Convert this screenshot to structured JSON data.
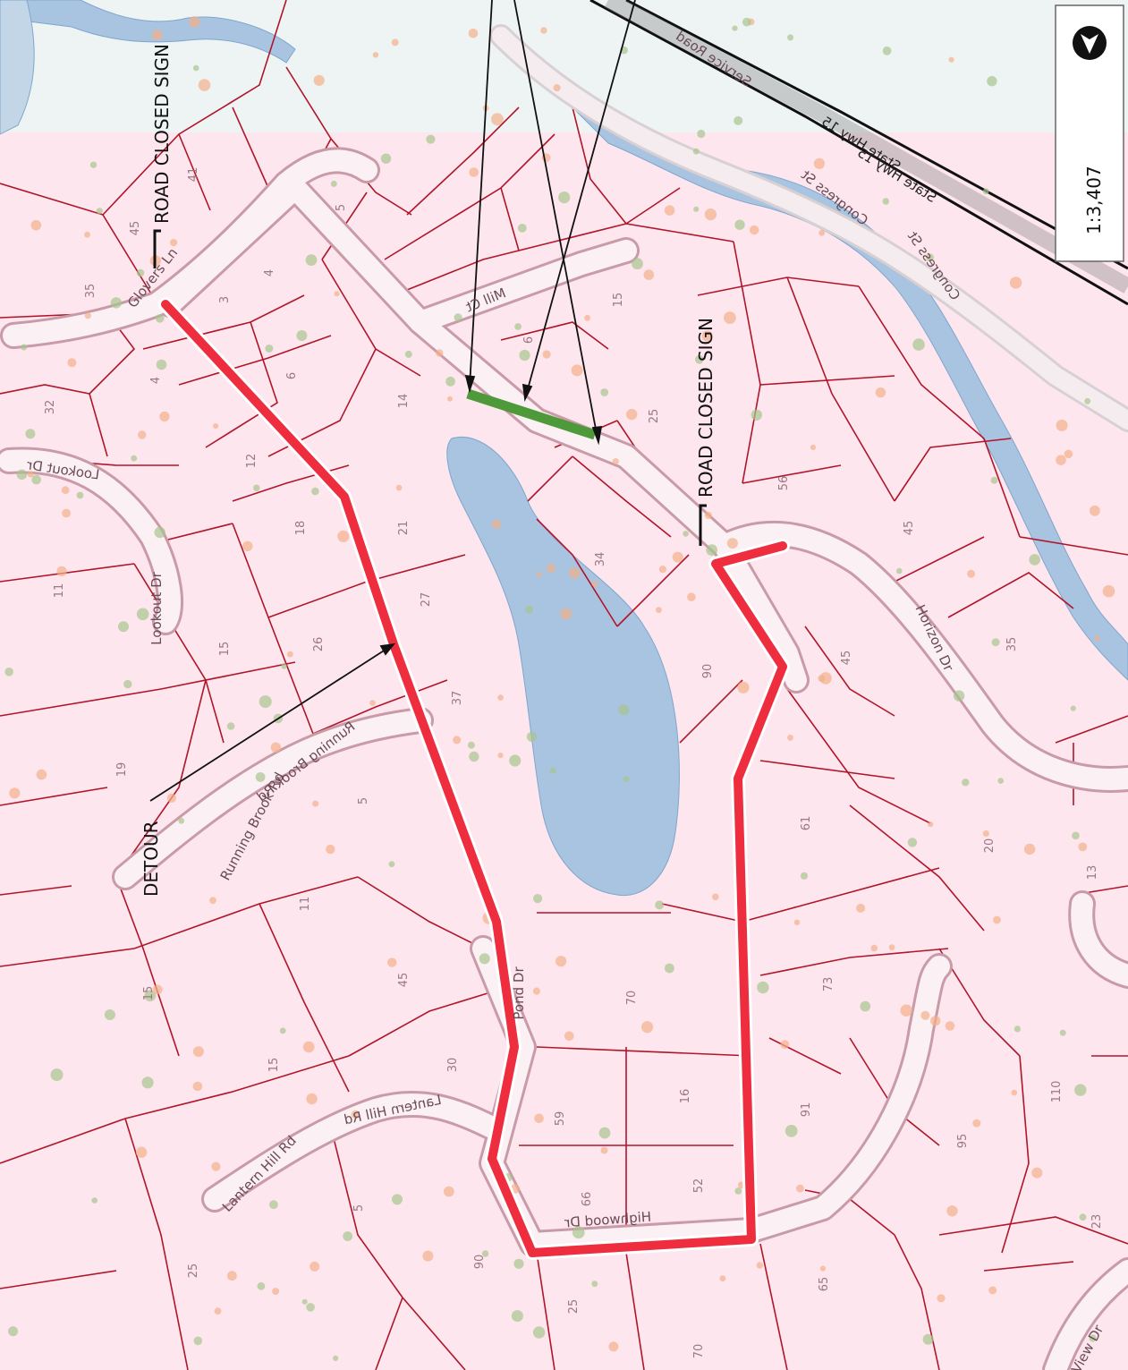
{
  "map": {
    "scale": "1:3,407",
    "north_symbol": "north-arrow-icon",
    "colors": {
      "parcel_fill": "#fde6ee",
      "parcel_line": "#b0152a",
      "water": "#a9c4e0",
      "road_casing": "#c99aa8",
      "road_fill": "#fbf1f4",
      "detour": "#ee2d3e",
      "closure": "#4e9a3a",
      "highway": "#111111"
    }
  },
  "annotations": {
    "road_closed_top": "ROAD CLOSED SIGN",
    "road_closed_right": "ROAD CLOSED SIGN",
    "detour": "DETOUR"
  },
  "streets": {
    "glovers_ln": "Glovers Ln",
    "mill_ct": "Mill Ct",
    "lookout_dr": "Lookout Dr",
    "lookout_dr_2": "Lookout Dr",
    "running_brook_rd": "Running Brook Rd",
    "running_brook_rd_2": "Running Brook Rd",
    "lantern_hill_rd": "Lantern Hill Rd",
    "lantern_hill_rd_2": "Lantern Hill Rd",
    "horizon_dr": "Horizon Dr",
    "congress_st": "Congress St",
    "congress_st_2": "Congress St",
    "service_road": "Service Road",
    "state_hwy_1": "State Hwy 15",
    "state_hwy_2": "State Hwy 15",
    "pond_dr": "Pond Dr",
    "highwood_dr": "Highwood Dr",
    "view_dr": "View Dr"
  },
  "parcels": [
    "41",
    "45",
    "5",
    "3",
    "4",
    "35",
    "6",
    "32",
    "4",
    "6",
    "14",
    "12",
    "11",
    "18",
    "21",
    "15",
    "26",
    "27",
    "19",
    "5",
    "11",
    "15",
    "45",
    "15",
    "5",
    "25",
    "37",
    "30",
    "34",
    "25",
    "56",
    "45",
    "35",
    "45",
    "70",
    "16",
    "61",
    "73",
    "20",
    "13",
    "59",
    "66",
    "52",
    "70",
    "91",
    "110",
    "95",
    "23",
    "90",
    "15",
    "65",
    "90",
    "25"
  ]
}
